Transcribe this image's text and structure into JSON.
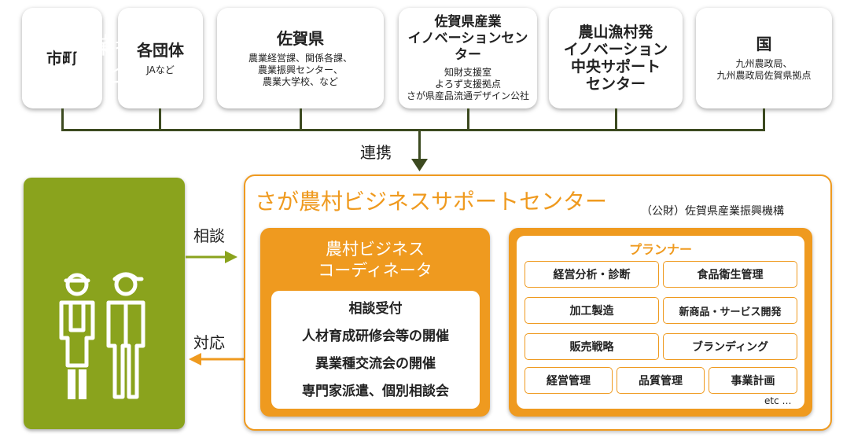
{
  "orgs": [
    {
      "title": "市町",
      "sub": ""
    },
    {
      "title": "各団体",
      "sub": "JAなど"
    },
    {
      "title": "佐賀県",
      "sub": "農業経営課、関係各課、\n農業振興センター、\n農業大学校、など"
    },
    {
      "title": "佐賀県産業\nイノベーションセンター",
      "sub": "知財支援室\nよろず支援拠点\nさが県産品流通デザイン公社"
    },
    {
      "title": "農山漁村発\nイノベーション\n中央サポート\nセンター",
      "sub": ""
    },
    {
      "title": "国",
      "sub": "九州農政局、\n九州農政局佐賀県拠点"
    }
  ],
  "connect_label": "連携",
  "farmer": {
    "title": "農林漁業者\n企業など"
  },
  "consult_label": "相談",
  "respond_label": "対応",
  "center": {
    "title": "さが農村ビジネスサポートセンター",
    "org_name": "（公財）佐賀県産業振興機構"
  },
  "coordinator": {
    "title": "農村ビジネス\nコーディネータ",
    "items": [
      "相談受付",
      "人材育成研修会等の開催",
      "異業種交流会の開催",
      "専門家派遣、個別相談会"
    ]
  },
  "planner": {
    "title": "プランナー",
    "skills": [
      "経営分析・診断",
      "食品衛生管理",
      "加工製造",
      "新商品・サービス開発",
      "販売戦略",
      "ブランディング",
      "経営管理",
      "品質管理",
      "事業計画"
    ],
    "etc": "etc …"
  },
  "colors": {
    "green": "#8aa31d",
    "orange": "#ef9a1f",
    "line": "#3c4a20"
  }
}
